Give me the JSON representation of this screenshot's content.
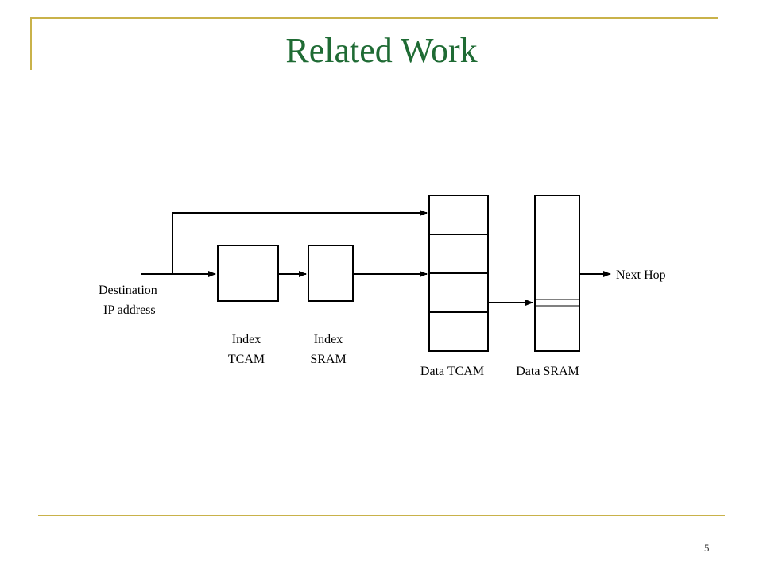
{
  "slide": {
    "title": "Related Work",
    "page_number": "5"
  },
  "diagram": {
    "input_label_line1": "Destination",
    "input_label_line2": "IP address",
    "index_tcam_line1": "Index",
    "index_tcam_line2": "TCAM",
    "index_sram_line1": "Index",
    "index_sram_line2": "SRAM",
    "data_tcam_label": "Data TCAM",
    "data_sram_label": "Data SRAM",
    "output_label": "Next Hop"
  },
  "colors": {
    "title": "#1f6b34",
    "rule": "#c9b24a",
    "stroke": "#000000"
  }
}
